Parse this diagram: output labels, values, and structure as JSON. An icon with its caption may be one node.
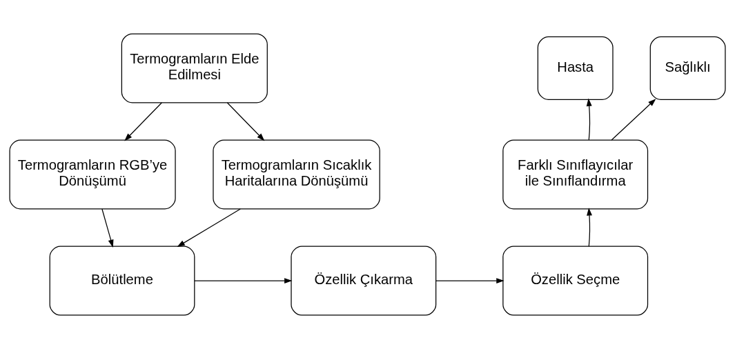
{
  "diagram": {
    "nodes": [
      {
        "text": [
          "Termogramların Elde Edilmesi"
        ]
      },
      {
        "text": [
          "Termogramların RGB’ye Dönüşümü"
        ]
      },
      {
        "text": [
          "Termogramların Sıcaklık Haritalarına Dönüşümü"
        ]
      },
      {
        "text": [
          "Bölütleme"
        ]
      },
      {
        "text": [
          "Özellik Çıkarma"
        ]
      },
      {
        "text": [
          "Özellik Seçme"
        ]
      },
      {
        "text": [
          "Farklı Sınıflayıcılar ile Sınıflandırma"
        ]
      },
      {
        "text": [
          "Hasta"
        ]
      },
      {
        "text": [
          "Sağlıklı"
        ]
      }
    ],
    "edges": [
      {
        "from": 0,
        "to": 1,
        "arrow": "to"
      },
      {
        "from": 0,
        "to": 2,
        "arrow": "to"
      },
      {
        "from": 1,
        "to": 3,
        "arrow": "to"
      },
      {
        "from": 2,
        "to": 3,
        "arrow": "to"
      },
      {
        "from": 3,
        "to": 4,
        "arrow": "to"
      },
      {
        "from": 4,
        "to": 5,
        "arrow": "to"
      },
      {
        "from": 5,
        "to": 6,
        "arrow": "to"
      },
      {
        "from": 6,
        "to": 7,
        "arrow": "to"
      },
      {
        "from": 6,
        "to": 8,
        "arrow": "to"
      }
    ]
  }
}
